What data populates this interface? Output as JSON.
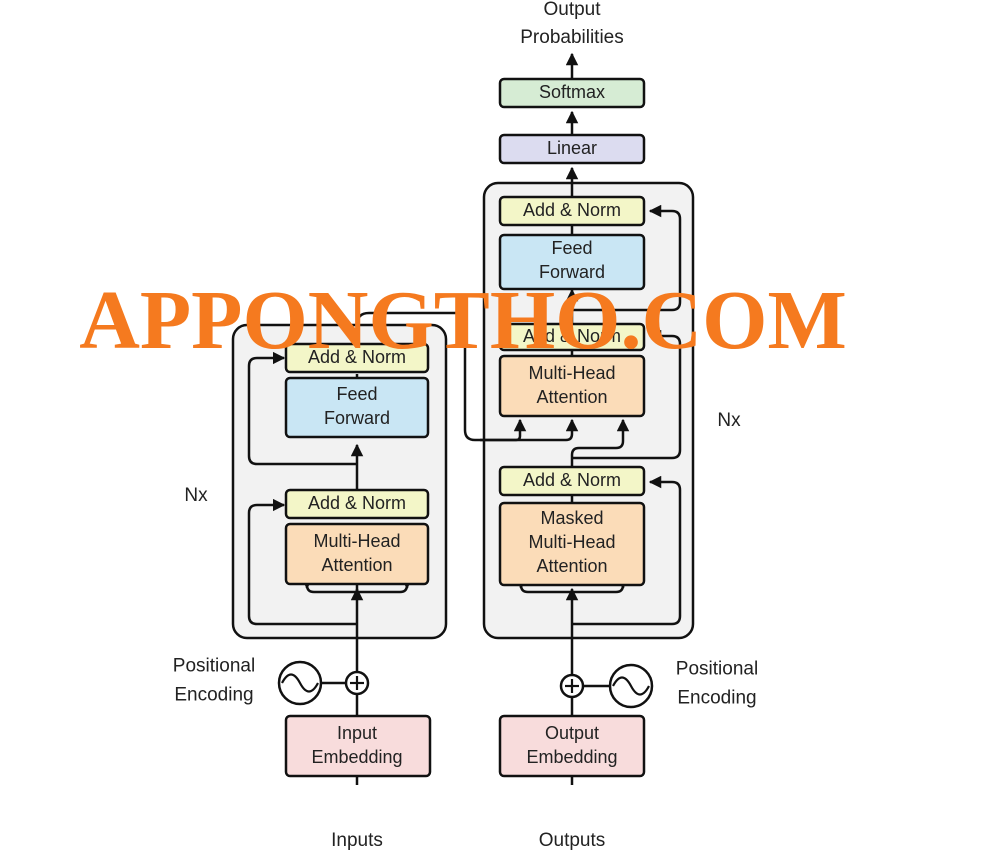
{
  "labels": {
    "output_probabilities": [
      "Output",
      "Probabilities"
    ],
    "inputs": "Inputs",
    "outputs": "Outputs",
    "encoder_repeat": "Nx",
    "decoder_repeat": "Nx",
    "encoder_positional": [
      "Positional",
      "Encoding"
    ],
    "decoder_positional": [
      "Positional",
      "Encoding"
    ]
  },
  "blocks": {
    "softmax": [
      "Softmax"
    ],
    "linear": [
      "Linear"
    ],
    "dec_add_norm_top": [
      "Add & Norm"
    ],
    "dec_feed_forward": [
      "Feed",
      "Forward"
    ],
    "dec_add_norm_mid": [
      "Add & Norm"
    ],
    "dec_multi_head": [
      "Multi-Head",
      "Attention"
    ],
    "dec_add_norm_bottom": [
      "Add & Norm"
    ],
    "dec_masked_attention": [
      "Masked",
      "Multi-Head",
      "Attention"
    ],
    "output_embedding": [
      "Output",
      "Embedding"
    ],
    "enc_add_norm_top": [
      "Add & Norm"
    ],
    "enc_feed_forward": [
      "Feed",
      "Forward"
    ],
    "enc_add_norm_bottom": [
      "Add & Norm"
    ],
    "enc_multi_head": [
      "Multi-Head",
      "Attention"
    ],
    "input_embedding": [
      "Input",
      "Embedding"
    ]
  },
  "watermark": "APPONGTHO.COM",
  "colors": {
    "softmax": "#d6ecd4",
    "linear": "#dcdcf0",
    "add_norm": "#f3f6c8",
    "feed_forward": "#c9e6f4",
    "attention": "#fbdcb8",
    "embedding": "#f8dcdc",
    "stack_bg": "#f2f2f2",
    "line": "#111111",
    "watermark": "#f57a1f"
  }
}
